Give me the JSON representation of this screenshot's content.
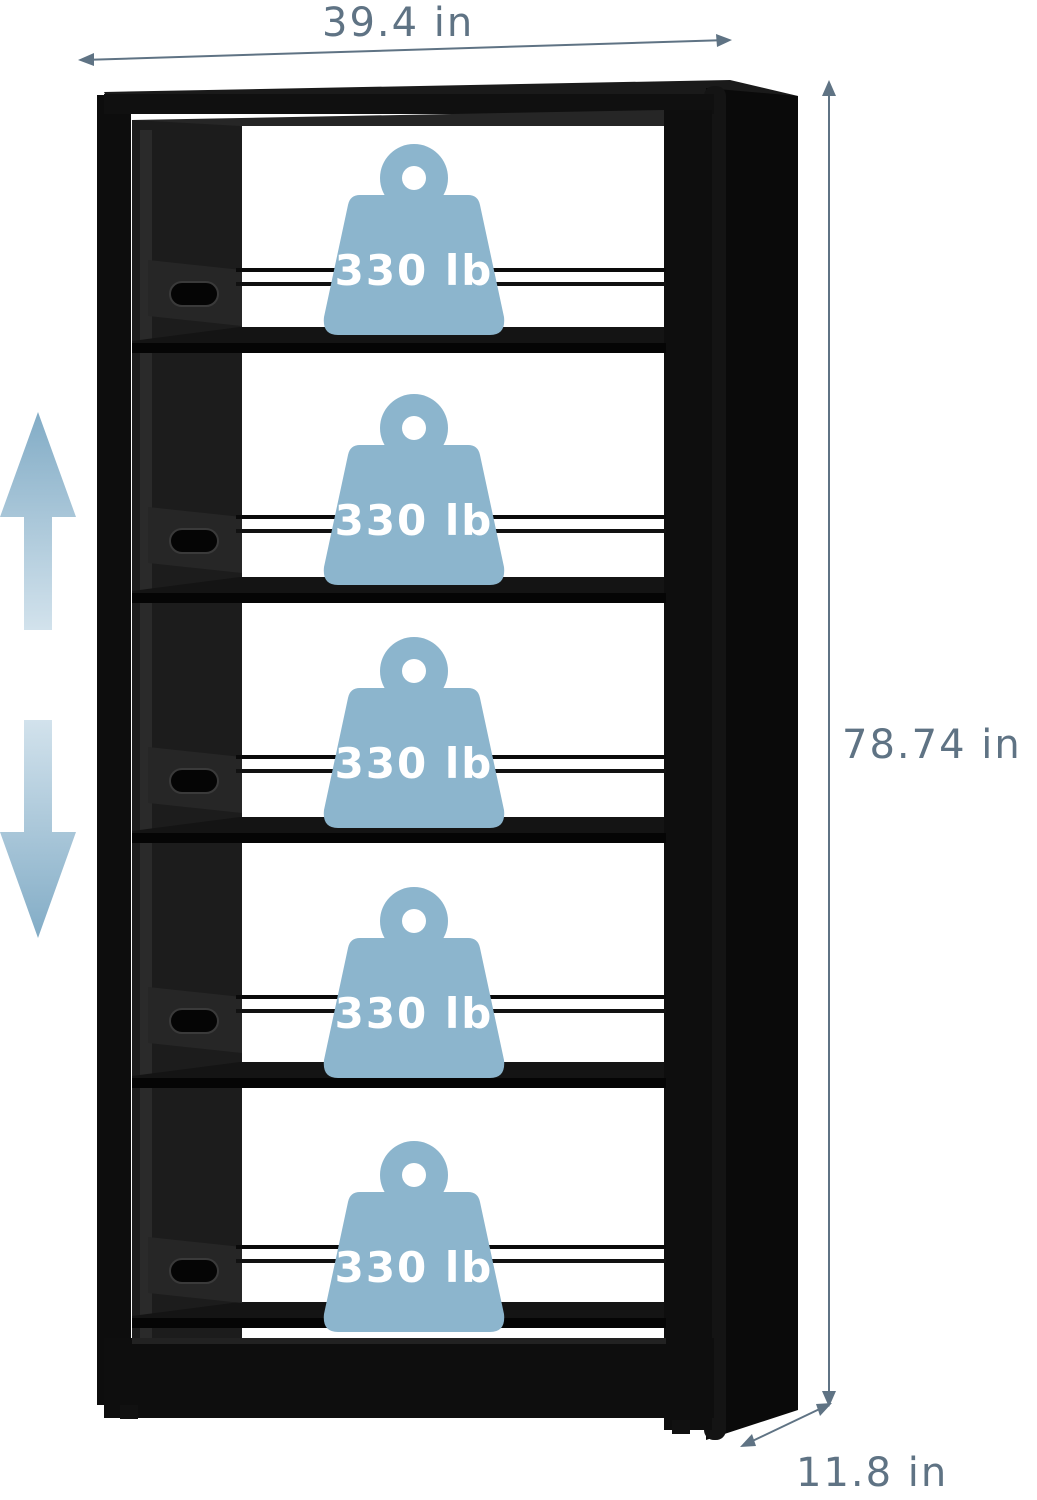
{
  "dimensions": {
    "width_label": "39.4 in",
    "height_label": "78.74 in",
    "depth_label": "11.8 in"
  },
  "shelves": [
    {
      "load_label": "330 lb"
    },
    {
      "load_label": "330 lb"
    },
    {
      "load_label": "330 lb"
    },
    {
      "load_label": "330 lb"
    },
    {
      "load_label": "330 lb"
    }
  ],
  "colors": {
    "frame": "#0c0c0c",
    "weight_icon": "#8cb5cd",
    "dimension_line": "#5f7384",
    "arrow": "#9fc0d4"
  },
  "icons": {
    "weight": "weight-icon",
    "adjust": "up-down-arrow-icon"
  }
}
